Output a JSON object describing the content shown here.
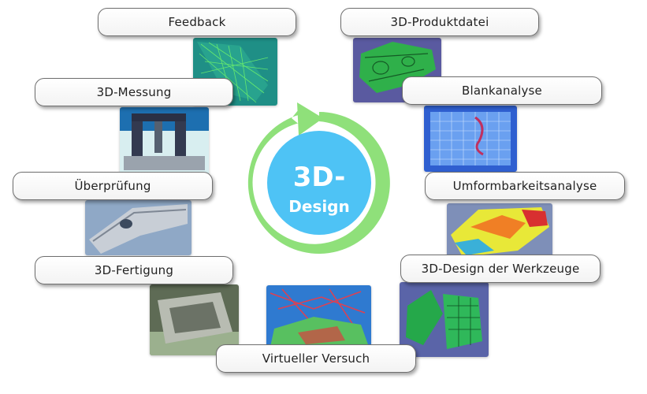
{
  "center": {
    "line1": "3D-",
    "line2": "Design"
  },
  "colors": {
    "ring": "#8fe07a",
    "center_circle": "#4ec3f5",
    "label_border": "#6f6f6f"
  },
  "steps": [
    {
      "label": "Feedback"
    },
    {
      "label": "3D-Produktdatei"
    },
    {
      "label": "3D-Messung"
    },
    {
      "label": "Blankanalyse"
    },
    {
      "label": "Überprüfung"
    },
    {
      "label": "Umformbarkeitsanalyse"
    },
    {
      "label": "3D-Fertigung"
    },
    {
      "label": "3D-Design der Werkzeuge"
    },
    {
      "label": "Virtueller Versuch"
    }
  ]
}
